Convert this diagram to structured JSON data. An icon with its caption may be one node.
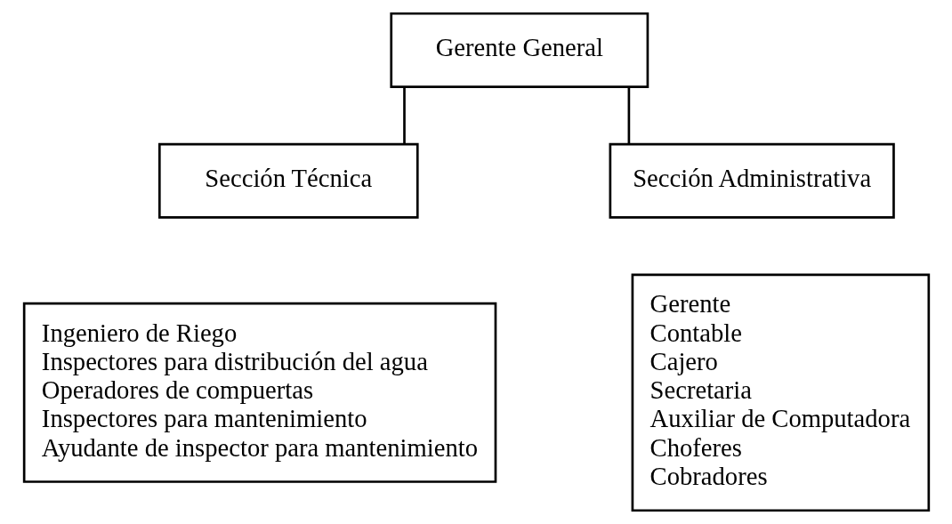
{
  "diagram": {
    "nodes": [
      {
        "text": [
          "Gerente General"
        ]
      },
      {
        "text": [
          "Sección Técnica"
        ]
      },
      {
        "text": [
          "Sección Administrativa"
        ]
      },
      {
        "text": [
          "Ingeniero de Riego",
          "Inspectores para distribución del agua",
          "Operadores de compuertas",
          "Inspectores para mantenimiento",
          "Ayudante de inspector para mantenimiento"
        ]
      },
      {
        "text": [
          "Gerente",
          "Contable",
          "Cajero",
          "Secretaria",
          "Auxiliar de Computadora",
          "Choferes",
          "Cobradores"
        ]
      }
    ],
    "edges": [
      {
        "from": 0,
        "to": 1,
        "arrow": "none"
      },
      {
        "from": 0,
        "to": 2,
        "arrow": "none"
      }
    ]
  }
}
